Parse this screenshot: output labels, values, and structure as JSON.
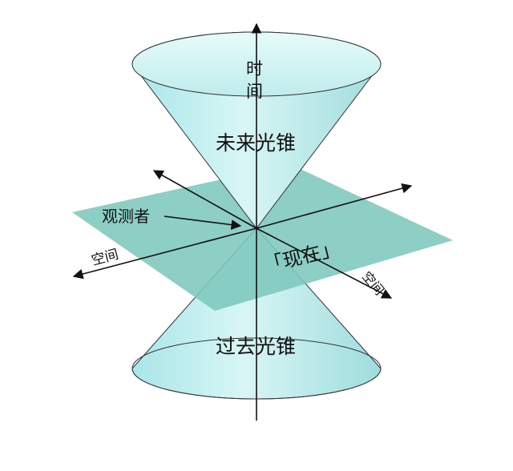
{
  "labels": {
    "time_char1": "时",
    "time_char2": "间",
    "future_cone": "未来光锥",
    "past_cone": "过去光锥",
    "observer": "观测者",
    "space_left": "空间",
    "space_right": "空间",
    "present": "「现在」"
  },
  "colors": {
    "cone_fill": "#bfeff0",
    "cone_rim": "#d9f7f6",
    "plane_fill": "#7dc7bd",
    "axis": "#111111"
  }
}
